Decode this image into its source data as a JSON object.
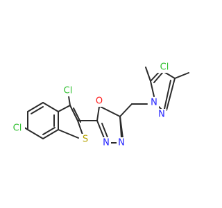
{
  "molecule": {
    "colors": {
      "bond": "#2b2b2b",
      "Cl": "#2fbf2f",
      "S": "#b5a300",
      "O": "#ff1a1a",
      "N": "#2121ff"
    },
    "atom_labels": {
      "cl_top": "Cl",
      "cl_left": "Cl",
      "s": "S",
      "o": "O",
      "n_oxa_left": "N",
      "n_oxa_right": "N",
      "n_pyr_1": "N",
      "n_pyr_2": "N",
      "cl_pyr": "Cl"
    }
  }
}
